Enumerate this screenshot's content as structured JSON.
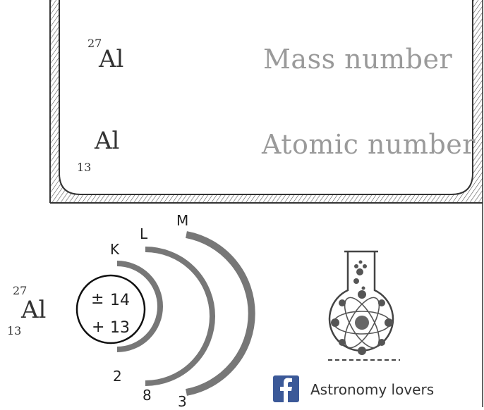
{
  "top_panel": {
    "mass_example": {
      "mass": "27",
      "symbol": "Al"
    },
    "mass_label": "Mass number",
    "atomic_example": {
      "symbol": "Al",
      "atomic": "13"
    },
    "atomic_label": "Atomic number"
  },
  "bohr_model": {
    "isotope": {
      "mass": "27",
      "symbol": "Al",
      "atomic": "13"
    },
    "nucleus": {
      "neutrons": "14",
      "neutron_sign": "±",
      "protons": "13",
      "proton_sign": "+"
    },
    "shells": [
      {
        "name": "K",
        "electrons": "2"
      },
      {
        "name": "L",
        "electrons": "8"
      },
      {
        "name": "M",
        "electrons": "3"
      }
    ]
  },
  "branding": {
    "icon": "facebook-icon",
    "text": "Astronomy lovers",
    "colors": {
      "facebook": "#3b5998"
    }
  },
  "decoration": {
    "icon": "flask-atom-icon"
  }
}
